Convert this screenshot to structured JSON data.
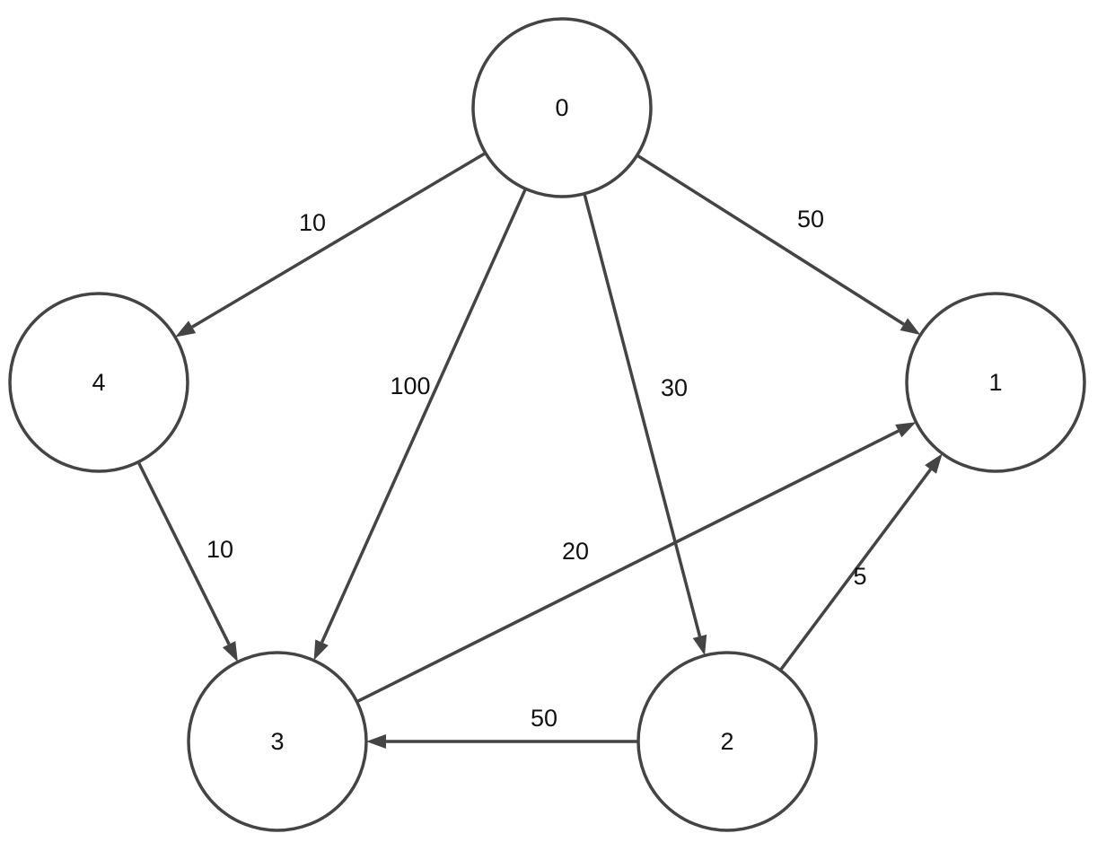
{
  "diagram": {
    "type": "directed-weighted-graph",
    "colors": {
      "stroke": "#444444",
      "node_fill": "#ffffff",
      "text": "#111111"
    },
    "nodes": [
      {
        "id": "0",
        "label": "0"
      },
      {
        "id": "1",
        "label": "1"
      },
      {
        "id": "2",
        "label": "2"
      },
      {
        "id": "3",
        "label": "3"
      },
      {
        "id": "4",
        "label": "4"
      }
    ],
    "edges": [
      {
        "from": "0",
        "to": "4",
        "weight": "10"
      },
      {
        "from": "0",
        "to": "3",
        "weight": "100"
      },
      {
        "from": "0",
        "to": "2",
        "weight": "30"
      },
      {
        "from": "0",
        "to": "1",
        "weight": "50"
      },
      {
        "from": "4",
        "to": "3",
        "weight": "10"
      },
      {
        "from": "3",
        "to": "1",
        "weight": "20"
      },
      {
        "from": "2",
        "to": "1",
        "weight": "5"
      },
      {
        "from": "2",
        "to": "3",
        "weight": "50"
      }
    ]
  }
}
